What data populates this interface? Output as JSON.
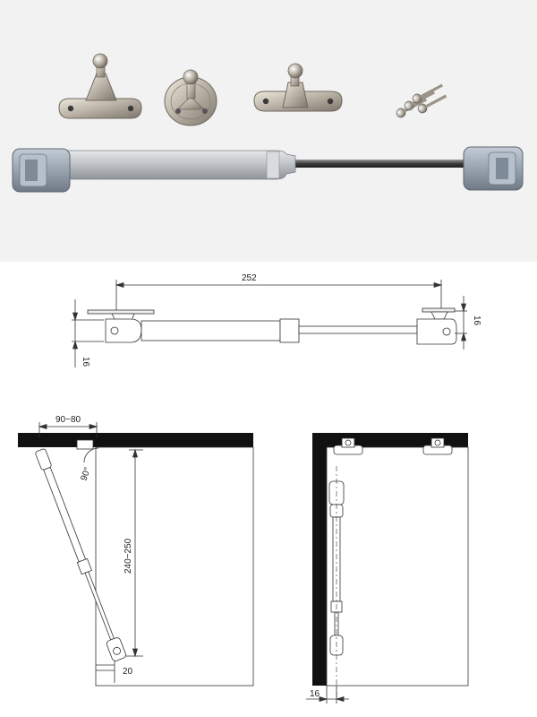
{
  "dimensions": {
    "stroke_length": "252",
    "diameter_left": "16",
    "diameter_right": "16",
    "mount_spacing": "90~80",
    "angle": "90°",
    "mount_height": "240~250",
    "bottom_offset": "20",
    "side_offset": "16"
  },
  "colors": {
    "photo_background": "#f2f2f2",
    "cylinder": "#b9bcc1",
    "end_cap": "#98a3b0",
    "rod": "#3c3c3c",
    "bracket": "#cfc8bd",
    "panel": "#111111"
  },
  "icons": {
    "bracket_small": "mounting-bracket-icon",
    "bracket_round": "round-base-bracket-icon",
    "bracket_flat": "flat-plate-bracket-icon",
    "screws": "screws-icon"
  }
}
